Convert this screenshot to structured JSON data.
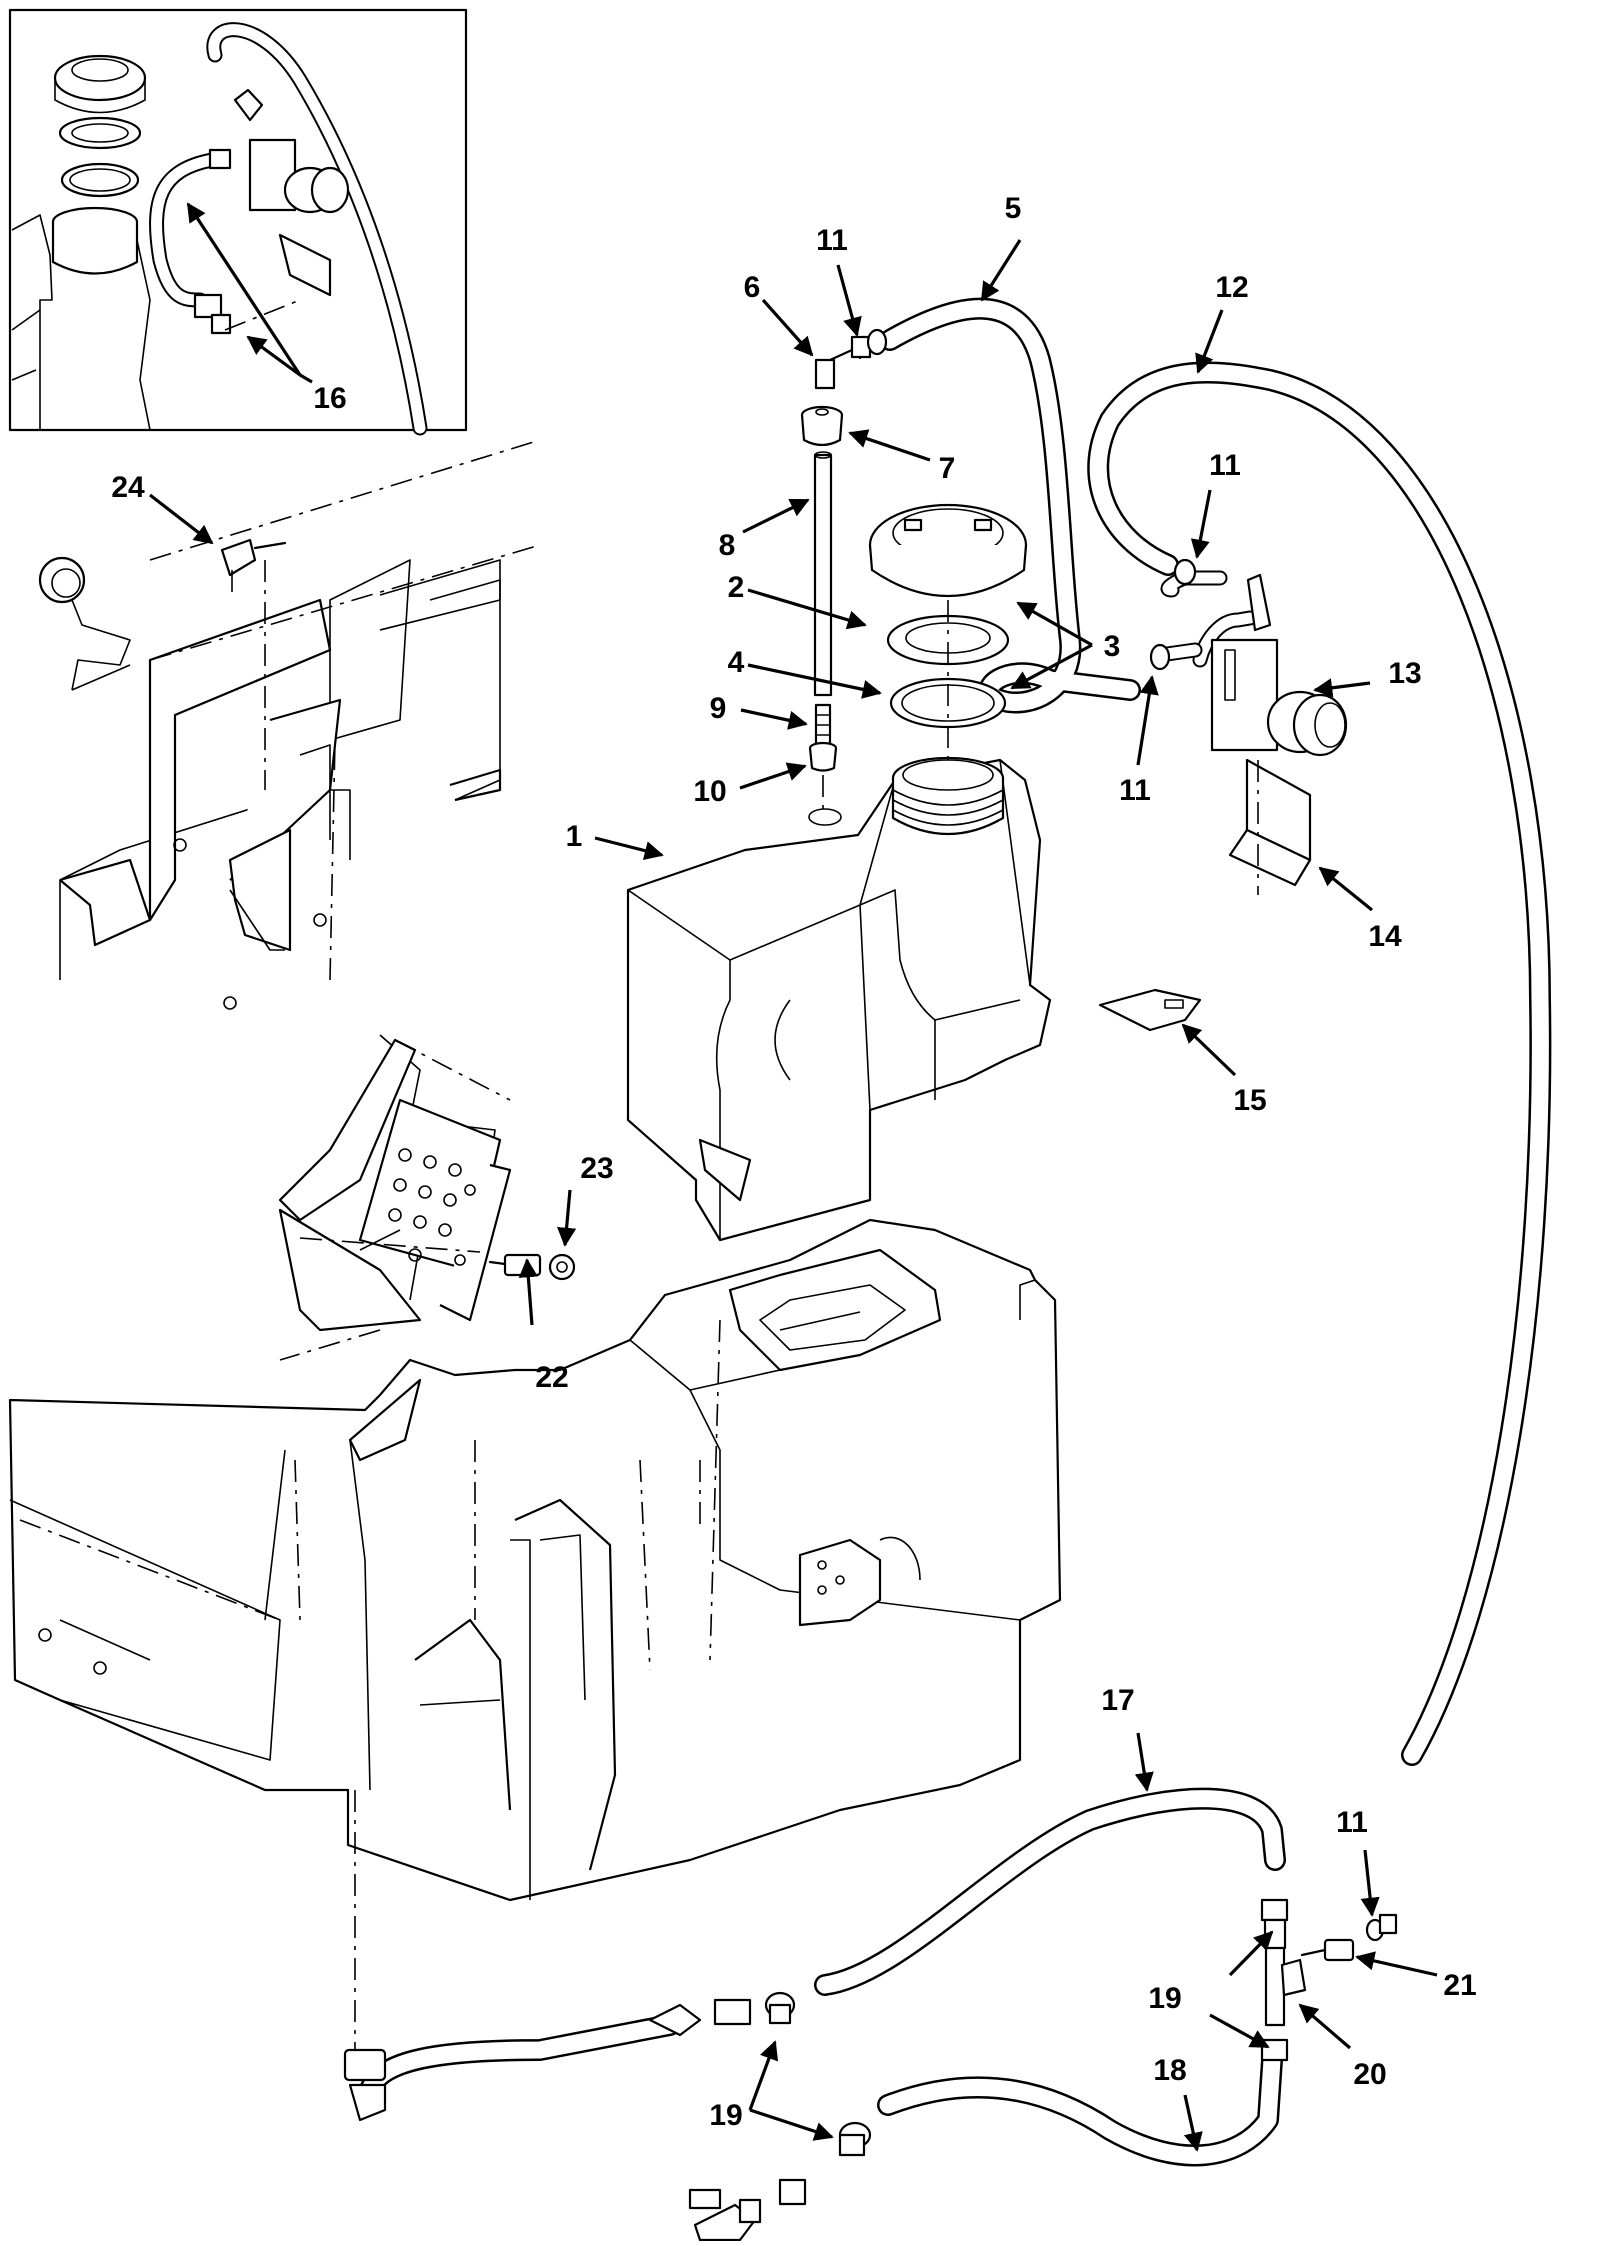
{
  "figure": {
    "callouts": {
      "c1": "1",
      "c2": "2",
      "c3": "3",
      "c4": "4",
      "c5": "5",
      "c6": "6",
      "c7": "7",
      "c8": "8",
      "c9": "9",
      "c10": "10",
      "c11a": "11",
      "c11b": "11",
      "c11c": "11",
      "c11d": "11",
      "c12": "12",
      "c13": "13",
      "c14": "14",
      "c15": "15",
      "c16": "16",
      "c17": "17",
      "c18": "18",
      "c19a": "19",
      "c19b": "19",
      "c20": "20",
      "c21": "21",
      "c22": "22",
      "c23": "23",
      "c24": "24"
    }
  }
}
